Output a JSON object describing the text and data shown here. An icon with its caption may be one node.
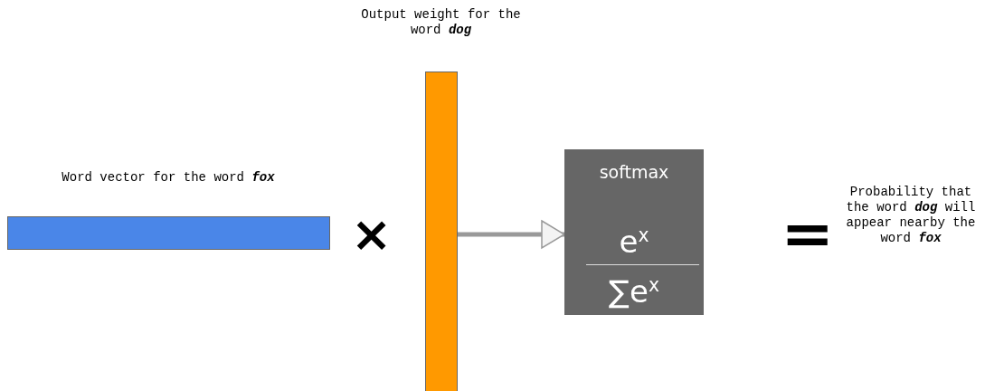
{
  "diagram": {
    "nodes": [
      {
        "text": [
          "Word vector for the word **fox**"
        ]
      },
      {
        "text": [
          "Output weight for the word **dog**"
        ]
      },
      {
        "text": [
          "softmax",
          "e$^{x}$",
          "∑e$^{x}$"
        ]
      }
    ],
    "edges": [
      {
        "from": 1,
        "to": 2,
        "arrow": "to"
      }
    ],
    "labels": [
      "×",
      "=",
      "Probability that the word **dog** will appear nearby the word **fox**"
    ]
  }
}
